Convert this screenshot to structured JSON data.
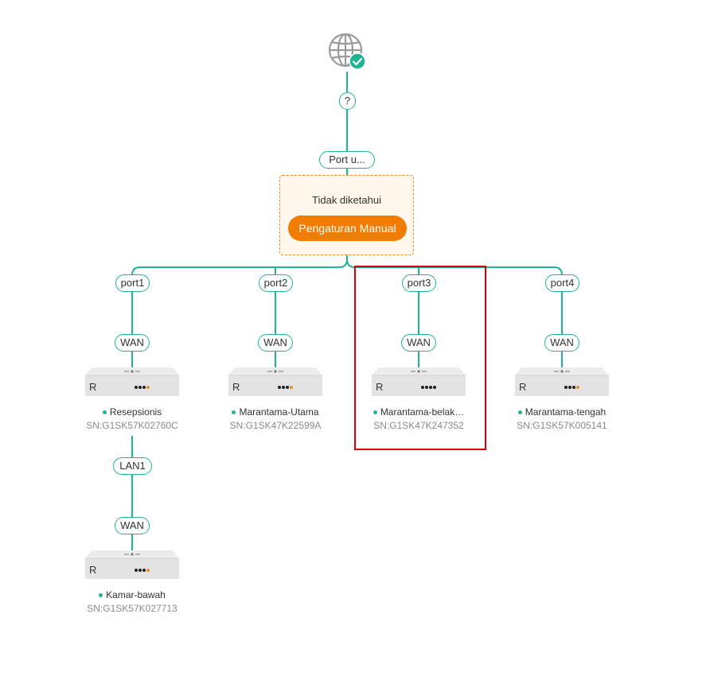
{
  "internet": {
    "icon": "globe-icon",
    "status_icon": "check-circle-icon",
    "unknown_link_label": "?"
  },
  "uplink_port_label": "Port u...",
  "unknown_device": {
    "label": "Tidak diketahui",
    "manual_button_label": "Pengaturan Manual"
  },
  "ports": [
    {
      "port_label": "port1",
      "wan_label": "WAN",
      "name": "Resepsionis",
      "sn": "SN:G1SK57K02760C",
      "led_colors": [
        "#222222",
        "#222222",
        "#222222",
        "#f08a24"
      ]
    },
    {
      "port_label": "port2",
      "wan_label": "WAN",
      "name": "Marantama-Utama",
      "sn": "SN:G1SK47K22599A",
      "led_colors": [
        "#222222",
        "#222222",
        "#222222",
        "#f08a24"
      ]
    },
    {
      "port_label": "port3",
      "wan_label": "WAN",
      "name": "Marantama-belak…",
      "sn": "SN:G1SK47K247352",
      "led_colors": [
        "#222222",
        "#222222",
        "#222222",
        "#222222"
      ]
    },
    {
      "port_label": "port4",
      "wan_label": "WAN",
      "name": "Marantama-tengah",
      "sn": "SN:G1SK57K005141",
      "led_colors": [
        "#222222",
        "#222222",
        "#222222",
        "#f08a24"
      ]
    }
  ],
  "sub_device": {
    "lan_label": "LAN1",
    "wan_label": "WAN",
    "name": "Kamar-bawah",
    "sn": "SN:G1SK57K027713",
    "led_colors": [
      "#222222",
      "#222222",
      "#222222",
      "#f08a24"
    ]
  },
  "device_brand": "R",
  "colors": {
    "link": "#1fb593",
    "accent": "#f27c00",
    "highlight": "#e00000"
  }
}
